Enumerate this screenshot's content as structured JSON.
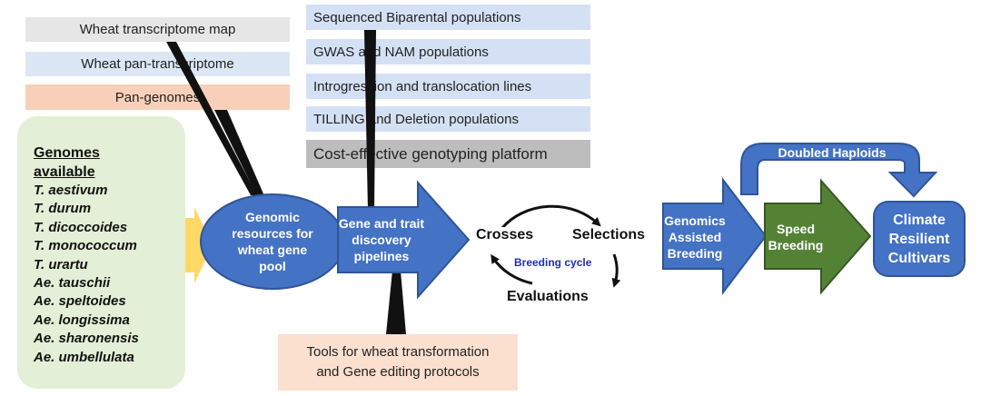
{
  "resource_boxes": [
    {
      "label": "Wheat transcriptome map",
      "color": "#e6e6e6"
    },
    {
      "label": "Wheat pan-transcriptome",
      "color": "#dbe7f5"
    },
    {
      "label": "Pan-genomes",
      "color": "#f8cfb8"
    }
  ],
  "population_boxes": [
    {
      "label": "Sequenced  Biparental populations",
      "color": "#d4e1f5"
    },
    {
      "label": "GWAS and NAM populations",
      "color": "#d4e1f5"
    },
    {
      "label": "Introgression and translocation lines",
      "color": "#d4e1f5"
    },
    {
      "label": "TILLING and Deletion populations",
      "color": "#d4e1f5"
    },
    {
      "label": "Cost-effective genotyping platform",
      "color": "#bdbdbd"
    }
  ],
  "genomes": {
    "title": "Genomes\navailable",
    "species": [
      "T. aestivum",
      "T. durum",
      "T. dicoccoides",
      "T. monococcum",
      "T. urartu",
      "Ae. tauschii",
      "Ae. speltoides",
      "Ae. longissima",
      "Ae. sharonensis",
      "Ae. umbellulata"
    ]
  },
  "nodes": {
    "genomic_resources": "Genomic\nresources for\nwheat gene\npool",
    "gene_trait_discovery": "Gene and trait\ndiscovery\npipelines",
    "genomics_assisted_breeding": "Genomics\nAssisted\nBreeding",
    "speed_breeding": "Speed\nBreeding",
    "climate_resilient": "Climate\nResilient\nCultivars",
    "doubled_haploids": "Doubled Haploids"
  },
  "breeding_cycle": {
    "label": "Breeding cycle",
    "crosses": "Crosses",
    "selections": "Selections",
    "evaluations": "Evaluations"
  },
  "tools_box": {
    "label": "Tools for wheat transformation\nand Gene editing protocols",
    "color": "#fbe0cf"
  },
  "colors": {
    "blue": "#4472c4",
    "blue_border": "#2f5597",
    "green": "#548235",
    "yellow": "#ffd966"
  }
}
